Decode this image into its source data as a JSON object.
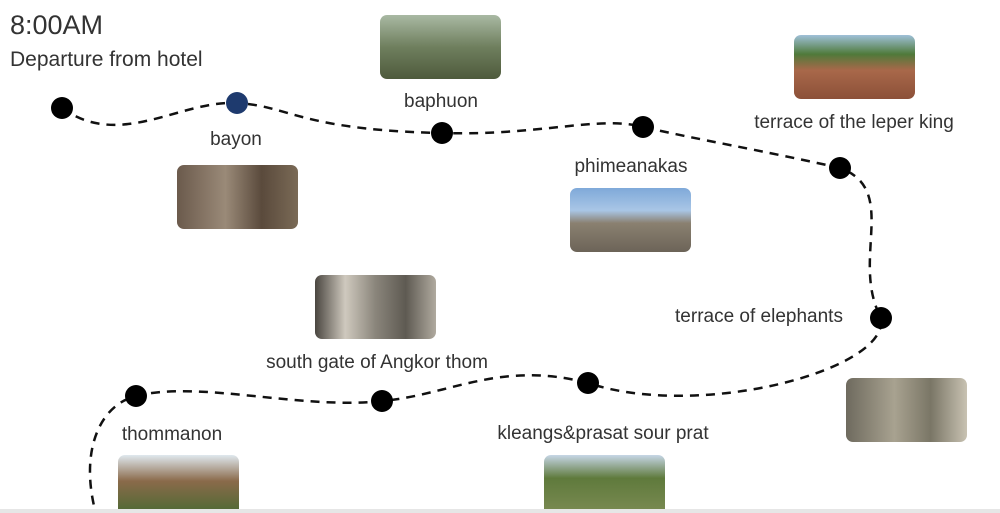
{
  "header": {
    "time": "8:00AM",
    "subtitle": "Departure from hotel"
  },
  "stops": [
    {
      "name": "bayon",
      "photo": "bayon-faces-photo"
    },
    {
      "name": "baphuon",
      "photo": "baphuon-photo"
    },
    {
      "name": "phimeanakas",
      "photo": "phimeanakas-photo"
    },
    {
      "name": "terrace of the leper king",
      "photo": "leper-king-photo"
    },
    {
      "name": "terrace of elephants",
      "photo": "elephants-photo"
    },
    {
      "name": "kleangs&prasat sour prat",
      "photo": "kleangs-photo"
    },
    {
      "name": "south gate of Angkor thom",
      "photo": "south-gate-photo"
    },
    {
      "name": "thommanon",
      "photo": "thommanon-photo"
    }
  ],
  "colors": {
    "route": "#111111",
    "current_stop": "#1e3a6e",
    "dot": "#000000"
  }
}
